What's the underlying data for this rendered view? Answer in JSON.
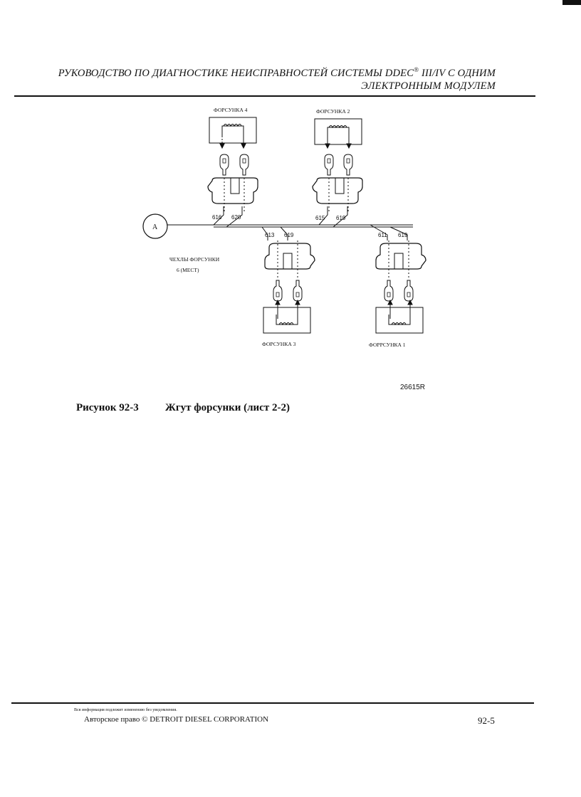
{
  "header": {
    "line1": "РУКОВОДСТВО ПО ДИАГНОСТИКЕ НЕИСПРАВНОСТЕЙ СИСТЕМЫ DDEC",
    "line1_sup": "®",
    "line1_tail": " III/IV С ОДНИМ",
    "line2": "ЭЛЕКТРОННЫМ МОДУЛЕМ"
  },
  "diagram": {
    "injector4": "ФОРСУНКА 4",
    "injector2": "ФОРСУНКА 2",
    "injector3": "ФОРСУНКА 3",
    "injector1": "ФОРРСУНКА 1",
    "connector_label": "A",
    "covers_line1": "ЧЕХЛЫ ФОРСУНКИ",
    "covers_line2": "6 (МЕСТ)",
    "wires": {
      "w616": "616",
      "w620": "620",
      "w615": "615",
      "w619a": "619",
      "w613": "613",
      "w619b": "619",
      "w611": "611",
      "w619c": "619"
    }
  },
  "figure_id": "26615R",
  "caption": {
    "number": "Рисунок 92-3",
    "title": "Жгут форсунки (лист 2-2)"
  },
  "footer": {
    "notice": "Вся информация подлежит изменению без уведомления.",
    "copyright": "Авторское право © DETROIT DIESEL CORPORATION",
    "page": "92-5"
  }
}
